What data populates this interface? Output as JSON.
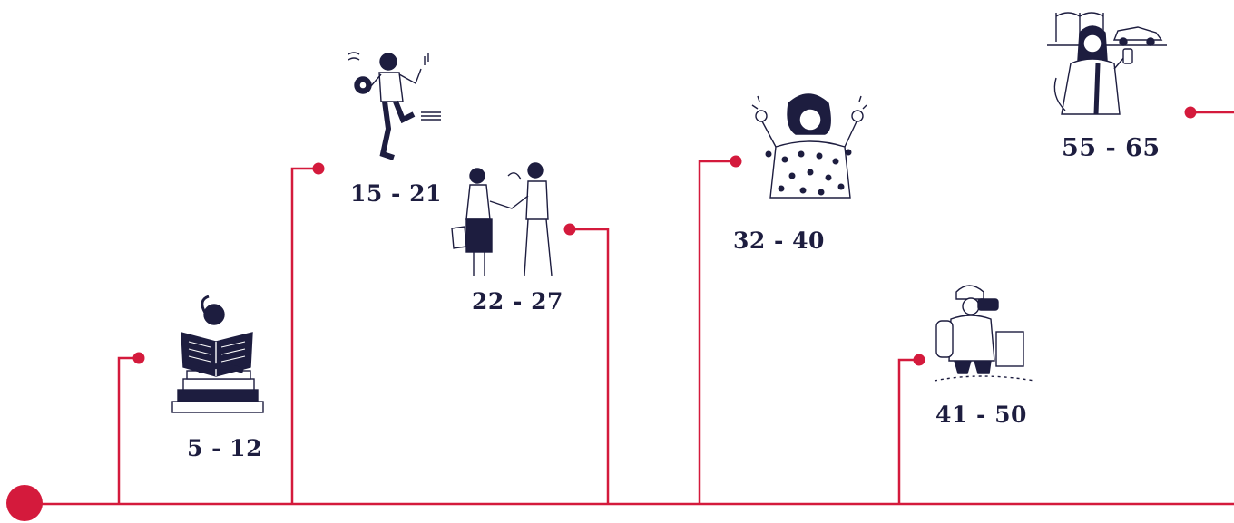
{
  "colors": {
    "line": "#d41a3c",
    "text": "#1d1d3f",
    "ink": "#1d1d3f"
  },
  "stages": [
    {
      "id": "childhood",
      "label": "5 - 12",
      "illustration": "child-reading-on-books-icon"
    },
    {
      "id": "teen",
      "label": "15 - 21",
      "illustration": "teen-dancing-with-music-icon"
    },
    {
      "id": "young-adult",
      "label": "22 - 27",
      "illustration": "couple-handshake-icon"
    },
    {
      "id": "adult",
      "label": "32 - 40",
      "illustration": "person-celebrating-icon"
    },
    {
      "id": "middle-age",
      "label": "41 - 50",
      "illustration": "hiker-with-binoculars-icon"
    },
    {
      "id": "senior",
      "label": "55 - 65",
      "illustration": "traveler-with-phone-and-car-icon"
    }
  ]
}
